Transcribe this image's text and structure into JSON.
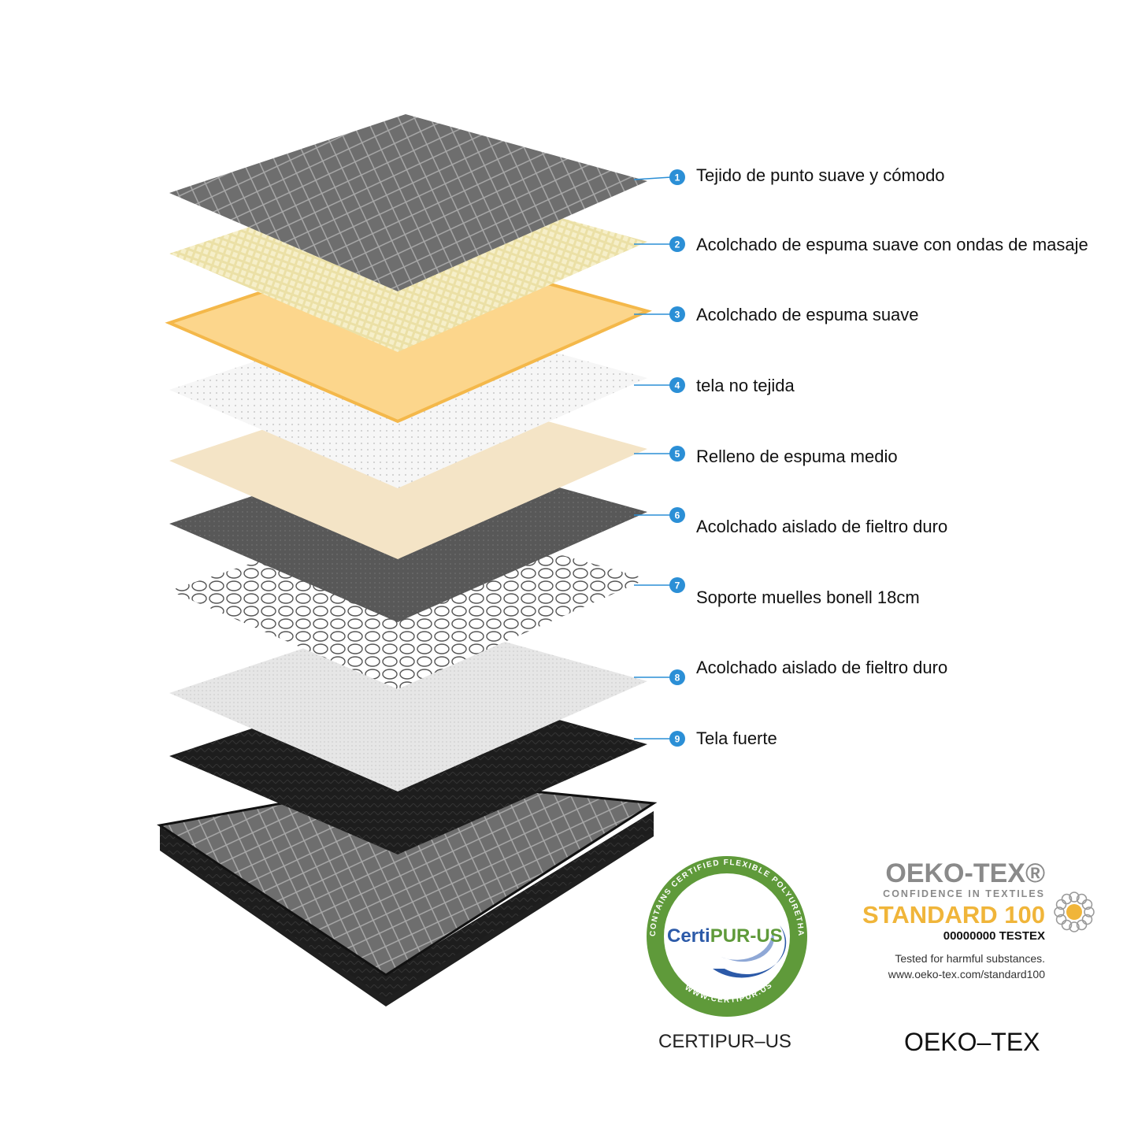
{
  "layers": [
    {
      "number": "1",
      "label": "Tejido de punto suave y cómodo",
      "color": "#6e6e6e"
    },
    {
      "number": "2",
      "label": "Acolchado de espuma suave con ondas de masaje",
      "color": "#ebe0a6"
    },
    {
      "number": "3",
      "label": "Acolchado de espuma suave",
      "color": "#fcd68c"
    },
    {
      "number": "4",
      "label": "tela no tejida",
      "color": "#f3f3f3"
    },
    {
      "number": "5",
      "label": "Relleno de espuma medio",
      "color": "#f4e4c6"
    },
    {
      "number": "6",
      "label": "Acolchado aislado de fieltro duro",
      "color": "#585858"
    },
    {
      "number": "7",
      "label": "Soporte muelles bonell 18cm",
      "color": "#d0d0d0"
    },
    {
      "number": "8",
      "label": "Acolchado aislado de fieltro duro",
      "color": "#e6e6e6"
    },
    {
      "number": "9",
      "label": "Tela fuerte",
      "color": "#1d1d1d"
    }
  ],
  "marker_color": "#2b8fd6",
  "certipur": {
    "ring_text": "CONTAINS CERTIFIED FLEXIBLE POLYURETHANE FOAM",
    "url": "WWW.CERTIPUR.US",
    "logo_a": "Certi",
    "logo_b": "PUR-US",
    "caption": "CERTIPUR–US",
    "green": "#5f9a3a"
  },
  "oeko": {
    "title": "OEKO-TEX®",
    "tagline": "CONFIDENCE IN TEXTILES",
    "standard": "STANDARD 100",
    "code": "00000000 TESTEX",
    "tested": "Tested for harmful substances.",
    "url": "www.oeko-tex.com/standard100",
    "caption": "OEKO–TEX"
  }
}
